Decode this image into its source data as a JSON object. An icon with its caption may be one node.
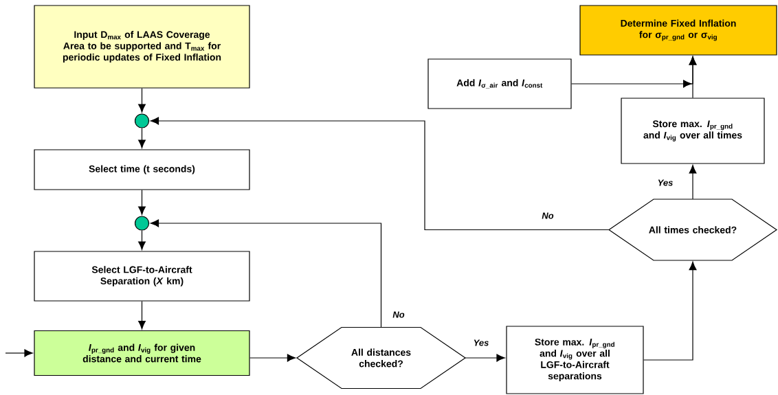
{
  "diagram": {
    "nodes": [
      {
        "text": [
          "Input D$_{max}$ of LAAS Coverage Area to be supported and T$_{max}$ for periodic updates of Fixed Inflation"
        ]
      },
      {
        "text": [],
        "shape": "circle"
      },
      {
        "text": [
          "Select time (t seconds)"
        ]
      },
      {
        "text": [],
        "shape": "circle"
      },
      {
        "text": [
          "Select LGF-to-Aircraft Separation (*X* km)"
        ]
      },
      {
        "text": [
          "*I*$_{pr_gnd}$ and *I*$_{vig}$ for given distance and current time"
        ]
      },
      {
        "text": [
          "All distances checked?"
        ]
      },
      {
        "text": [
          "Store max. *I*$_{pr_gnd}$ and *I*$_{vig}$ over all LGF-to-Aircraft separations"
        ]
      },
      {
        "text": [
          "All times checked?"
        ]
      },
      {
        "text": [
          "Store max. *I*$_{pr_gnd}$ and *I*$_{vig}$ over all times"
        ]
      },
      {
        "text": [
          "Add *I*$_{σ_air}$ and *I*$_{const}$"
        ]
      },
      {
        "text": [
          "Determine Fixed Inflation for σ$_{pr_gnd}$ or σ$_{vig}$"
        ]
      }
    ],
    "edges": [
      {
        "from": null,
        "to": 5,
        "arrow": "to"
      },
      {
        "from": 0,
        "to": 1,
        "arrow": "to"
      },
      {
        "from": 1,
        "to": 2,
        "arrow": "to"
      },
      {
        "from": 2,
        "to": 3,
        "arrow": "to"
      },
      {
        "from": 3,
        "to": 4,
        "arrow": "to"
      },
      {
        "from": 4,
        "to": 5,
        "arrow": "to"
      },
      {
        "from": 5,
        "to": 6,
        "arrow": "to"
      },
      {
        "from": 6,
        "to": 7,
        "arrow": "to",
        "label": "Yes"
      },
      {
        "from": 6,
        "to": 3,
        "arrow": "to",
        "label": "No"
      },
      {
        "from": 7,
        "to": 8,
        "arrow": "to"
      },
      {
        "from": 8,
        "to": 9,
        "arrow": "to",
        "label": "Yes"
      },
      {
        "from": 8,
        "to": 1,
        "arrow": "to",
        "label": "No"
      },
      {
        "from": 9,
        "to": 11,
        "arrow": "to"
      },
      {
        "from": 10,
        "to": 11,
        "arrow": "to"
      }
    ]
  }
}
